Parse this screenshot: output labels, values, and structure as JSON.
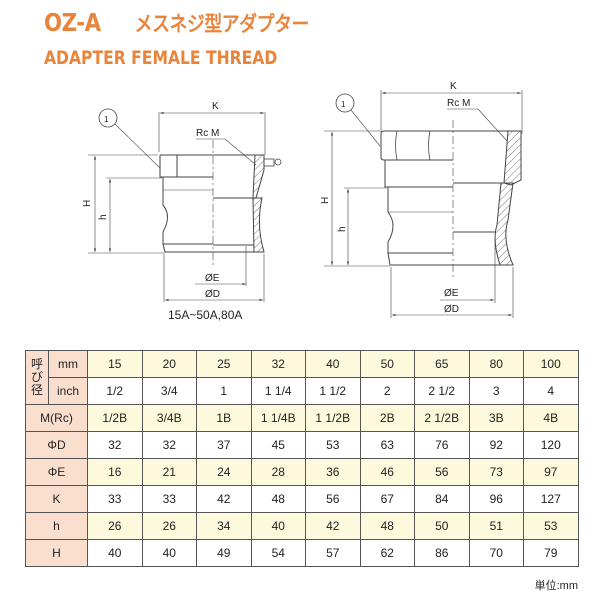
{
  "header": {
    "model": "OZ-A",
    "title_jp": "メスネジ型アダプター",
    "subtitle": "ADAPTER FEMALE THREAD"
  },
  "drawings": {
    "left": {
      "balloon": "1",
      "labels": {
        "K": "K",
        "RcM": "Rc M",
        "H": "H",
        "h": "h",
        "E": "ØE",
        "D": "ØD"
      },
      "caption": "15A~50A,80A"
    },
    "right": {
      "balloon": "1",
      "labels": {
        "K": "K",
        "RcM": "Rc M",
        "H": "H",
        "h": "h",
        "E": "ØE",
        "D": "ØD"
      }
    }
  },
  "table": {
    "nominal_label": "呼び径",
    "nominal_chars": [
      "呼",
      "び",
      "径"
    ],
    "rows": [
      {
        "label": "mm",
        "values": [
          "15",
          "20",
          "25",
          "32",
          "40",
          "50",
          "65",
          "80",
          "100"
        ]
      },
      {
        "label": "inch",
        "values": [
          "1/2",
          "3/4",
          "1",
          "1 1/4",
          "1 1/2",
          "2",
          "2 1/2",
          "3",
          "4"
        ]
      },
      {
        "label": "M(Rc)",
        "values": [
          "1/2B",
          "3/4B",
          "1B",
          "1 1/4B",
          "1 1/2B",
          "2B",
          "2 1/2B",
          "3B",
          "4B"
        ]
      },
      {
        "label": "ΦD",
        "values": [
          "32",
          "32",
          "37",
          "45",
          "53",
          "63",
          "76",
          "92",
          "120"
        ]
      },
      {
        "label": "ΦE",
        "values": [
          "16",
          "21",
          "24",
          "28",
          "36",
          "46",
          "56",
          "73",
          "97"
        ]
      },
      {
        "label": "K",
        "values": [
          "33",
          "33",
          "42",
          "48",
          "56",
          "67",
          "84",
          "96",
          "127"
        ]
      },
      {
        "label": "h",
        "values": [
          "26",
          "26",
          "34",
          "40",
          "42",
          "48",
          "50",
          "51",
          "53"
        ]
      },
      {
        "label": "H",
        "values": [
          "40",
          "40",
          "49",
          "54",
          "57",
          "62",
          "86",
          "70",
          "79"
        ]
      }
    ],
    "unit": "単位:mm"
  },
  "colors": {
    "accent": "#e8843c",
    "header_cell": "#fadfcf",
    "row_tint": "#fcf9dc"
  }
}
